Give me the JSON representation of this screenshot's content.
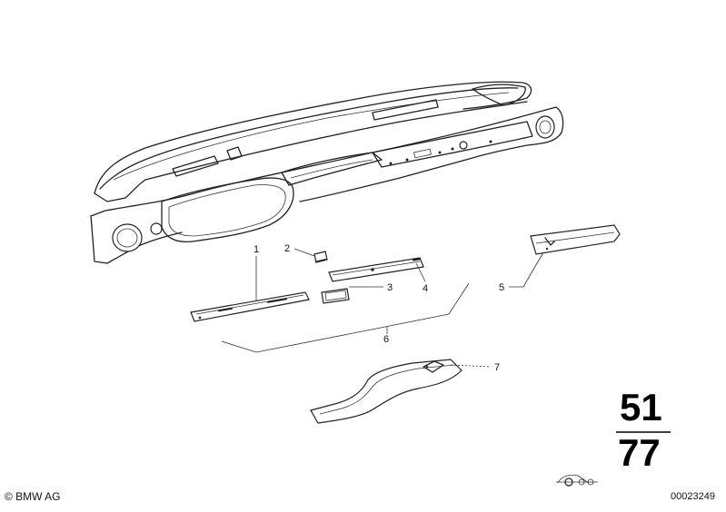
{
  "callouts": {
    "c1": "1",
    "c2": "2",
    "c3": "3",
    "c4": "4",
    "c5": "5",
    "c6": "6",
    "c7": "7"
  },
  "group": {
    "main": "51",
    "sub": "77"
  },
  "footer": {
    "copyright": "© BMW AG",
    "image_number": "00023249"
  },
  "icons": {
    "copyright_symbol": "copyright-icon",
    "car_symbol": "car-outline-icon"
  }
}
